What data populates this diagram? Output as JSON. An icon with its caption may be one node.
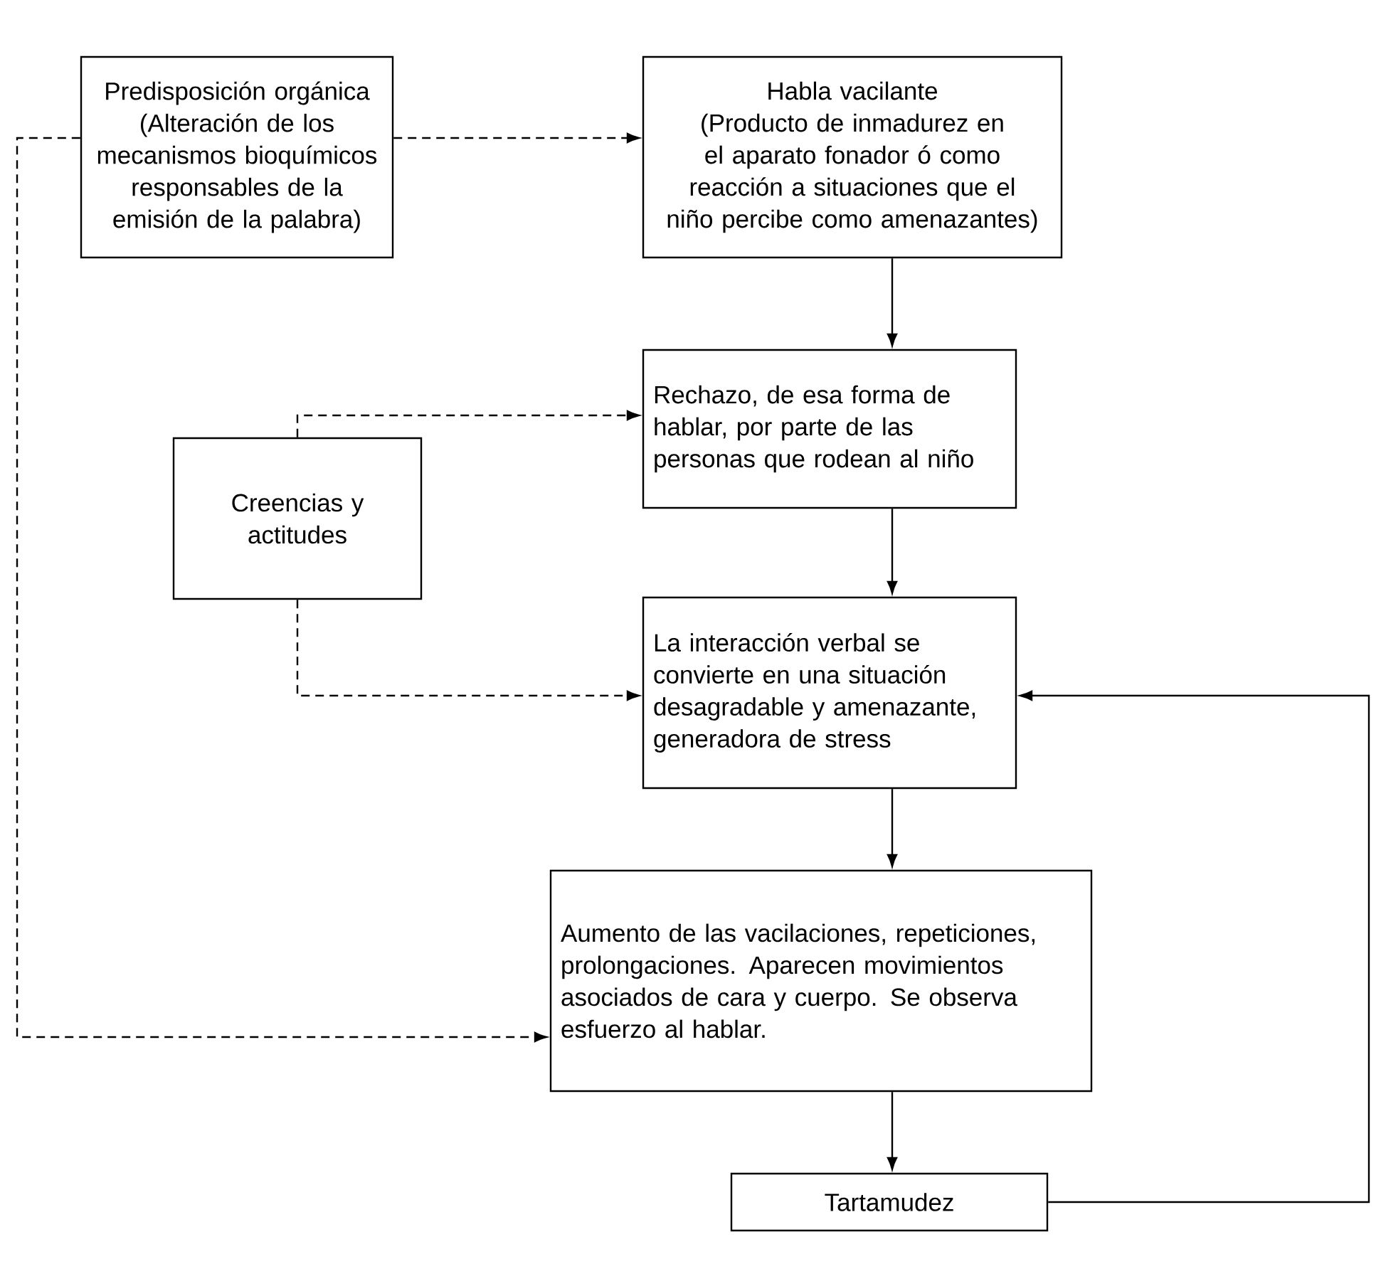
{
  "diagram": {
    "nodes": [
      {
        "text": [
          "Predisposición orgánica",
          "(Alteración de los mecanismos bioquímicos responsables de la emisión de la palabra)"
        ]
      },
      {
        "text": [
          "Habla vacilante",
          "(Producto de inmadurez en el aparato fonador ó como reacción a situaciones que el niño percibe como amenazantes)"
        ]
      },
      {
        "text": [
          "Rechazo, de esa forma de hablar, por parte de las personas que rodean al niño"
        ]
      },
      {
        "text": [
          "Creencias y actitudes"
        ]
      },
      {
        "text": [
          "La interacción verbal se convierte en una situación desagradable y amenazante, generadora de stress"
        ]
      },
      {
        "text": [
          "Aumento de las vacilaciones, repeticiones, prolongaciones. Aparecen movimientos asociados de cara y cuerpo. Se observa esfuerzo al hablar."
        ]
      },
      {
        "text": [
          "Tartamudez"
        ]
      }
    ],
    "edges": [
      {
        "from": 0,
        "to": 1,
        "arrow": "to",
        "style": "dashed"
      },
      {
        "from": 0,
        "to": 5,
        "arrow": "to",
        "style": "dashed"
      },
      {
        "from": 1,
        "to": 2,
        "arrow": "to"
      },
      {
        "from": 3,
        "to": 2,
        "arrow": "to",
        "style": "dashed"
      },
      {
        "from": 2,
        "to": 4,
        "arrow": "to"
      },
      {
        "from": 3,
        "to": 4,
        "arrow": "to",
        "style": "dashed"
      },
      {
        "from": 4,
        "to": 5,
        "arrow": "to"
      },
      {
        "from": 5,
        "to": 6,
        "arrow": "to"
      },
      {
        "from": 6,
        "to": 4,
        "arrow": "to"
      }
    ]
  }
}
